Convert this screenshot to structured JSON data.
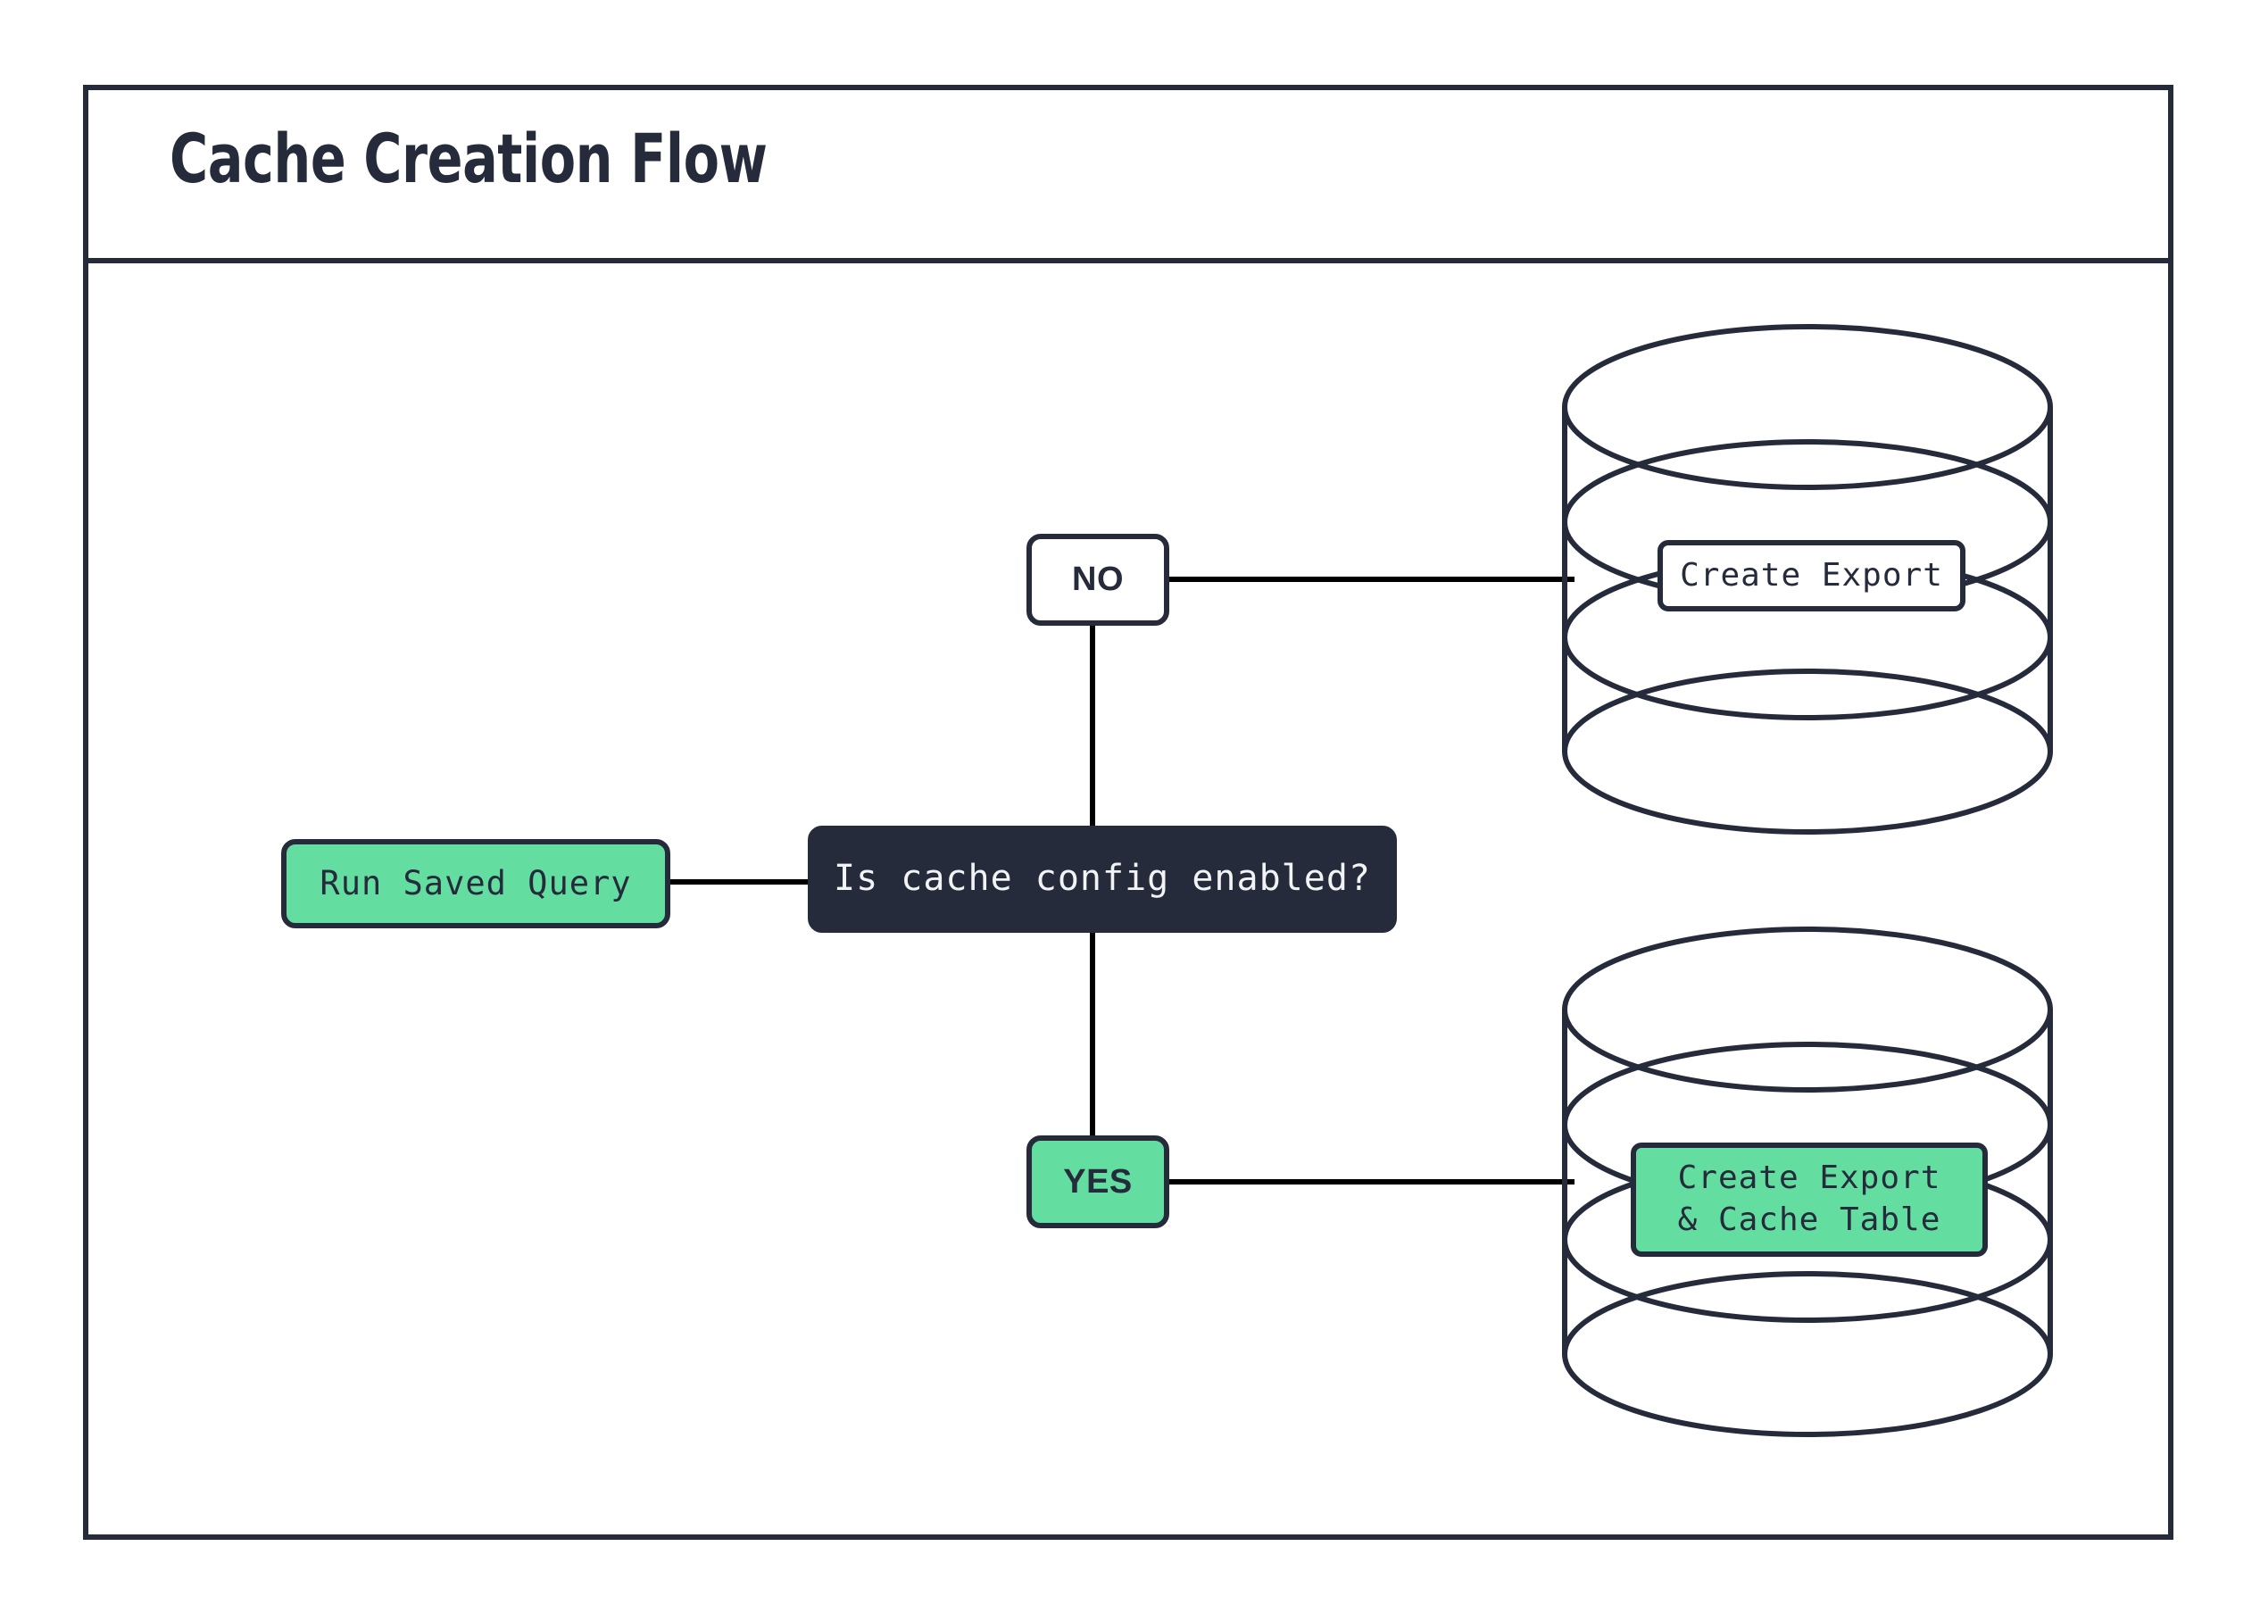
{
  "diagram": {
    "title": "Cache Creation Flow",
    "colors": {
      "accent_green": "#63DDA0",
      "dark_navy": "#262B3B",
      "connector": "#000000",
      "background": "#FFFFFF"
    },
    "nodes": {
      "start": {
        "label": "Run Saved Query",
        "shape": "rounded-rectangle",
        "fill": "#63DDA0"
      },
      "decision": {
        "label": "Is cache config enabled?",
        "shape": "rounded-rectangle",
        "fill": "#262B3B"
      },
      "branch_no": {
        "label": "NO",
        "shape": "rounded-rectangle",
        "fill": "#FFFFFF"
      },
      "branch_yes": {
        "label": "YES",
        "shape": "rounded-rectangle",
        "fill": "#63DDA0"
      },
      "database_no": {
        "label": "Create Export",
        "shape": "cylinder",
        "fill": "#FFFFFF"
      },
      "database_yes": {
        "label": "Create Export\n& Cache Table",
        "shape": "cylinder",
        "fill": "#63DDA0"
      }
    },
    "edges": [
      {
        "from": "start",
        "to": "decision",
        "label": ""
      },
      {
        "from": "decision",
        "to": "branch_no",
        "label": "NO"
      },
      {
        "from": "decision",
        "to": "branch_yes",
        "label": "YES"
      },
      {
        "from": "branch_no",
        "to": "database_no",
        "label": ""
      },
      {
        "from": "branch_yes",
        "to": "database_yes",
        "label": ""
      }
    ]
  }
}
